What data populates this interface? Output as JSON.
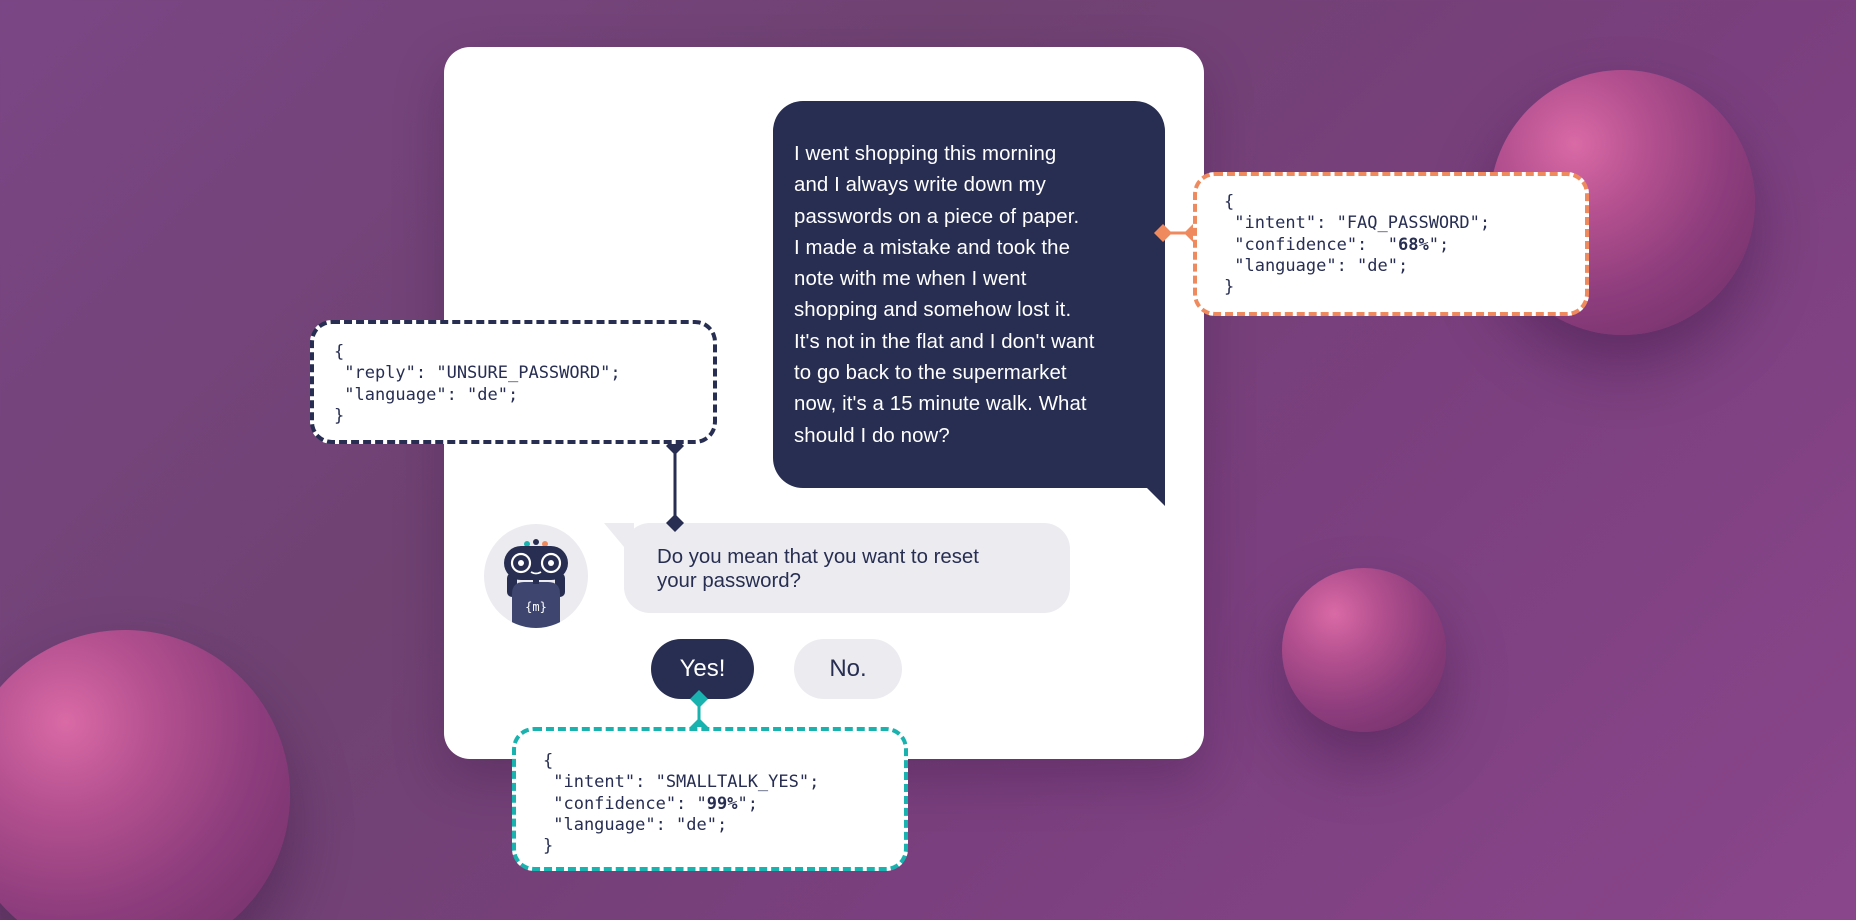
{
  "colors": {
    "background": "#7b4685",
    "navy": "#272e52",
    "light_gray": "#ececf0",
    "orange": "#ef8a5f",
    "teal": "#19b2ae",
    "sphere_pink": "#c4589a"
  },
  "user_message": {
    "text": "I went shopping this morning\nand I always write down my\npasswords on a piece of paper.\nI made a mistake and took the\nnote with me when I went\nshopping and somehow lost it.\nIt's not in the flat and I don't want\nto go back to the supermarket\nnow, it's a 15 minute walk. What\nshould I do now?"
  },
  "bot": {
    "avatar_icon": "robot-icon",
    "avatar_badge": "{m}",
    "message": "Do you mean that you want to reset\nyour password?"
  },
  "quick_replies": {
    "yes_label": "Yes!",
    "no_label": "No."
  },
  "json_faq": {
    "open": "{",
    "intent_line": " \"intent\": \"FAQ_PASSWORD\";",
    "confidence_prefix": " \"confidence\":  \"",
    "confidence_value": "68%",
    "confidence_suffix": "\";",
    "language_line": " \"language\": \"de\";",
    "close": "}"
  },
  "json_reply": {
    "open": "{",
    "reply_line": " \"reply\": \"UNSURE_PASSWORD\";",
    "language_line": " \"language\": \"de\";",
    "close": "}"
  },
  "json_yes": {
    "open": "{",
    "intent_line": " \"intent\": \"SMALLTALK_YES\";",
    "confidence_prefix": " \"confidence\": \"",
    "confidence_value": "99%",
    "confidence_suffix": "\";",
    "language_line": " \"language\": \"de\";",
    "close": "}"
  }
}
